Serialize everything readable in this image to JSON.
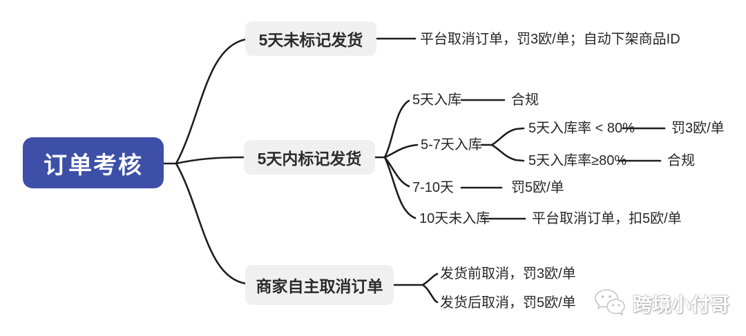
{
  "root": {
    "label": "订单考核"
  },
  "branches": [
    {
      "label": "5天未标记发货",
      "leaf": "平台取消订单，罚3欧/单；自动下架商品ID"
    },
    {
      "label": "5天内标记发货",
      "children": [
        {
          "label": "5天入库",
          "leaf": "合规"
        },
        {
          "label": "5-7天入库",
          "children": [
            {
              "label": "5天入库率 < 80%",
              "leaf": "罚3欧/单"
            },
            {
              "label": "5天入库率≥80%",
              "leaf": "合规"
            }
          ]
        },
        {
          "label": "7-10天",
          "leaf": "罚5欧/单"
        },
        {
          "label": "10天未入库",
          "leaf": "平台取消订单，扣5欧/单"
        }
      ]
    },
    {
      "label": "商家自主取消订单",
      "children": [
        {
          "label": "发货前取消，罚3欧/单"
        },
        {
          "label": "发货后取消，罚5欧/单"
        }
      ]
    }
  ],
  "watermark": {
    "text": "跨境小付哥",
    "icon": "wechat-icon"
  },
  "colors": {
    "root_bg": "#3d4fa7",
    "root_text": "#ffffff",
    "branch_bg": "#f0f0f0",
    "text": "#262626",
    "line": "#1c1c1c",
    "watermark_text": "#ffffff"
  }
}
